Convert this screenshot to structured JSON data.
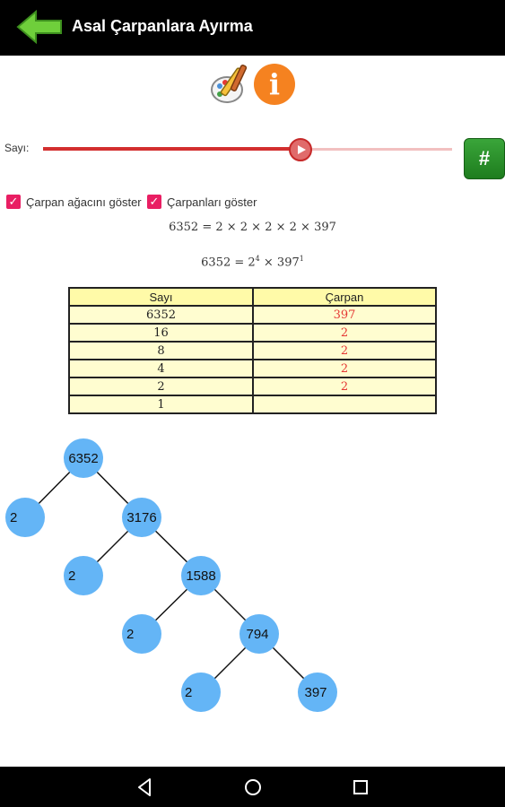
{
  "app": {
    "title": "Asal Çarpanlara Ayırma"
  },
  "icons": {
    "back": "back-arrow-icon",
    "paint": "paint-palette-icon",
    "info": "info-icon"
  },
  "info_glyph": "i",
  "slider": {
    "label": "Sayı:",
    "value_fraction": 0.63
  },
  "hash_button": {
    "label": "#"
  },
  "checkboxes": [
    {
      "label": "Çarpan ağacını göster",
      "checked": true
    },
    {
      "label": "Çarpanları göster",
      "checked": true
    }
  ],
  "equations": {
    "expanded": "6352 = 2 × 2 × 2 × 2 × 397",
    "power": {
      "left": "6352 = 2",
      "exp1": "4",
      "mid": " × 397",
      "exp2": "1"
    }
  },
  "table": {
    "headers": [
      "Sayı",
      "Çarpan"
    ],
    "rows": [
      {
        "sayi": "6352",
        "carpan": "397"
      },
      {
        "sayi": "16",
        "carpan": "2"
      },
      {
        "sayi": "8",
        "carpan": "2"
      },
      {
        "sayi": "4",
        "carpan": "2"
      },
      {
        "sayi": "2",
        "carpan": "2"
      },
      {
        "sayi": "1",
        "carpan": ""
      }
    ]
  },
  "tree": {
    "nodes": [
      "6352",
      "2",
      "3176",
      "2",
      "1588",
      "2",
      "794",
      "2",
      "397"
    ]
  },
  "colors": {
    "accent_red": "#d32f2f",
    "node_blue": "#64b5f6",
    "info_orange": "#f58220",
    "hash_green": "#2e8b2e",
    "checkbox_pink": "#e91e63"
  },
  "navigation": {
    "back": "nav-back-icon",
    "home": "nav-home-icon",
    "recents": "nav-recents-icon"
  }
}
